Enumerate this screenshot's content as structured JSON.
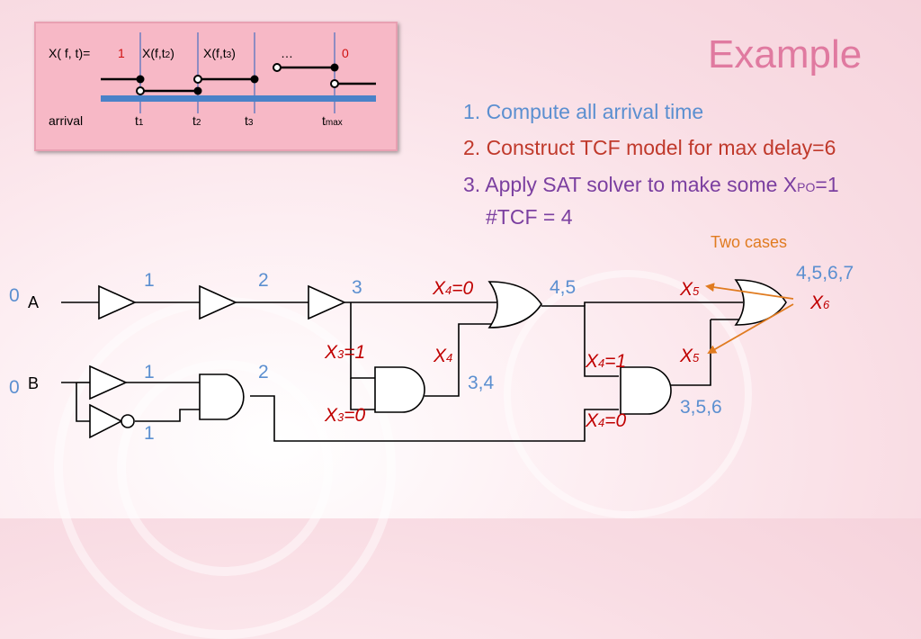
{
  "title": "Example",
  "steps": [
    "1. Compute all arrival time",
    "2. Construct TCF model for max delay=6",
    "3. Apply SAT solver to make some X",
    "#TCF = 4"
  ],
  "step3_sub": "PO",
  "step3_tail": "=1",
  "inset": {
    "fn_label": "X( f, t)=",
    "values": [
      "1",
      "X(f,t",
      "X(f,t",
      "…",
      "0"
    ],
    "value_subs": [
      "2",
      "3"
    ],
    "arrival_label": "arrival",
    "times": [
      "t",
      "t",
      "t",
      "t"
    ],
    "time_subs": [
      "1",
      "2",
      "3",
      "max"
    ]
  },
  "circuit": {
    "inputs": [
      "A",
      "B"
    ],
    "input_times": [
      "0",
      "0"
    ],
    "arrivals": [
      "1",
      "2",
      "3",
      "1",
      "1",
      "2",
      "3,4",
      "4,5",
      "3,5,6",
      "4,5,6,7"
    ],
    "tcf_labels": [
      "X",
      "=0",
      "X",
      "=1",
      "X",
      "=0",
      "X",
      "X",
      "=1",
      "X",
      "=0",
      "X",
      "X",
      "X"
    ],
    "tcf_subs": [
      "4",
      "3",
      "3",
      "4",
      "4",
      "4",
      "5",
      "5",
      "6"
    ],
    "two_cases": "Two cases"
  },
  "colors": {
    "blue": "#5b8fd0",
    "red": "#c00000",
    "purple": "#7b3fa0",
    "orange": "#e07b20",
    "title": "#e07aa0"
  }
}
